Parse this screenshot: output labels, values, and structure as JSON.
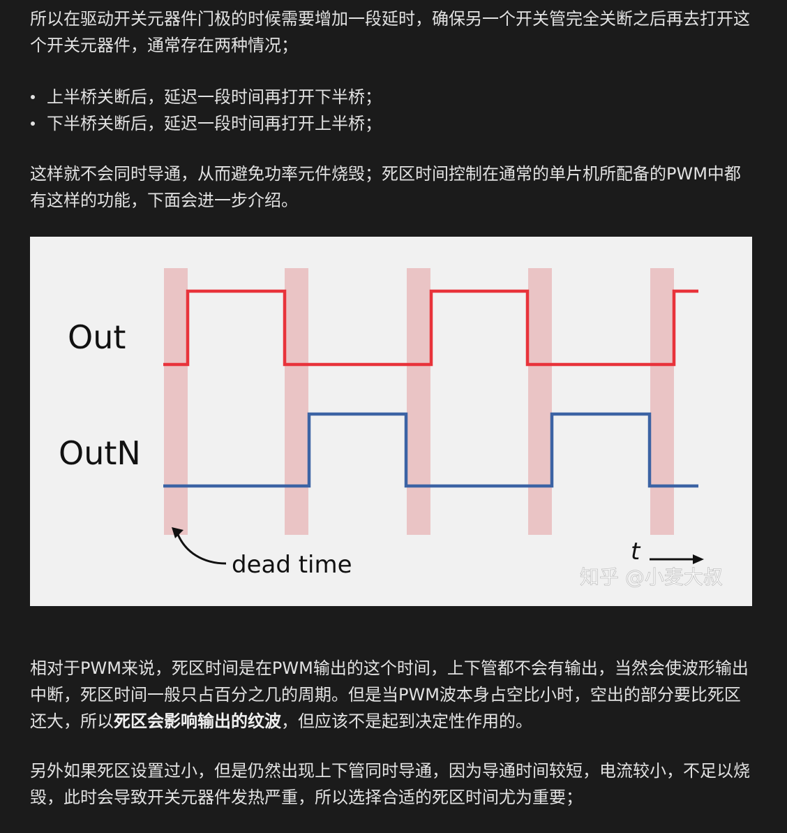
{
  "article": {
    "para1": "所以在驱动开关元器件门极的时候需要增加一段延时，确保另一个开关管完全关断之后再去打开这个开关元器件，通常存在两种情况；",
    "bullets": [
      "上半桥关断后，延迟一段时间再打开下半桥；",
      "下半桥关断后，延迟一段时间再打开上半桥；"
    ],
    "para2": "这样就不会同时导通，从而避免功率元件烧毁；死区时间控制在通常的单片机所配备的PWM中都有这样的功能，下面会进一步介绍。",
    "para3_a": "相对于PWM来说，死区时间是在PWM输出的这个时间，上下管都不会有输出，当然会使波形输出中断，死区时间一般只占百分之几的周期。但是当PWM波本身占空比小时，空出的部分要比死区还大，所以",
    "para3_bold": "死区会影响输出的纹波",
    "para3_b": "，但应该不是起到决定性作用的。",
    "para4": "另外如果死区设置过小，但是仍然出现上下管同时导通，因为导通时间较短，电流较小，不足以烧毁，此时会导致开关元器件发热严重，所以选择合适的死区时间尤为重要；"
  },
  "figure": {
    "label_out": "Out",
    "label_outn": "OutN",
    "label_dead_time": "dead time",
    "label_t": "t",
    "watermark": "知乎 @小麦大叔",
    "colors": {
      "out": "#e8333b",
      "outn": "#3c63a4",
      "dead_band": "#e7b4b6",
      "background": "#f1f1f1"
    }
  }
}
